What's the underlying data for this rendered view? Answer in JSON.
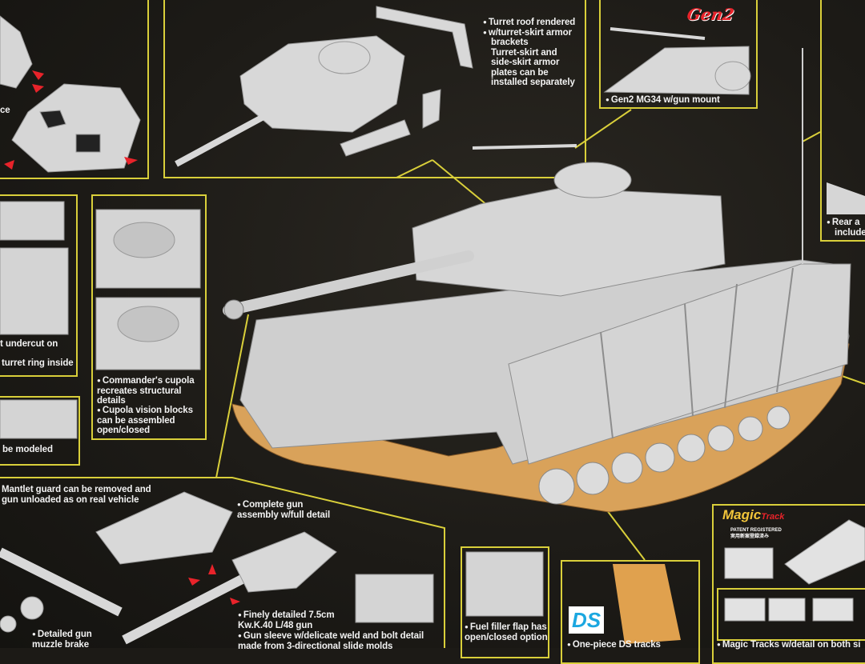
{
  "top_left": {
    "partial_text": "ce"
  },
  "turret_roof": {
    "bullets": [
      "Turret roof rendered",
      "w/turret-skirt armor"
    ],
    "continuation": [
      "brackets",
      "Turret-skirt and",
      "side-skirt armor",
      "plates can be",
      "installed separately"
    ]
  },
  "gen2": {
    "logo": "Gen2",
    "caption": "Gen2 MG34 w/gun mount"
  },
  "rear": {
    "lines": [
      "Rear a",
      "include"
    ]
  },
  "turret_ring": {
    "lines": [
      "t undercut on",
      "turret ring inside"
    ]
  },
  "cupola": {
    "bullets": [
      "Commander's cupola recreates structural details",
      "Cupola vision blocks can be assembled open/closed"
    ]
  },
  "modeled": {
    "text": "be modeled"
  },
  "mantlet": {
    "text": "Mantlet guard can be removed and gun unloaded as on real vehicle"
  },
  "gun_assembly": {
    "text": "Complete gun assembly w/full detail"
  },
  "muzzle": {
    "text": "Detailed gun muzzle brake"
  },
  "gun": {
    "bullets": [
      "Finely detailed 7.5cm Kw.K.40 L/48 gun",
      "Gun sleeve w/delicate weld and bolt detail made from 3-directional slide molds"
    ]
  },
  "fuel": {
    "text": "Fuel filler flap has open/closed option"
  },
  "ds": {
    "logo": "DS",
    "text": "One-piece DS tracks"
  },
  "magic": {
    "logo_main": "Magic",
    "logo_sub": "Track",
    "patent": "PATENT REGISTERED",
    "patent_jp": "実用新案登録済み",
    "text": "Magic Tracks w/detail on both si"
  },
  "colors": {
    "panel_border": "#d9cf3a",
    "background": "#1c1a16",
    "plastic": "#d8d8d8",
    "track": "#d9a25a",
    "arrow": "#e8232a"
  }
}
